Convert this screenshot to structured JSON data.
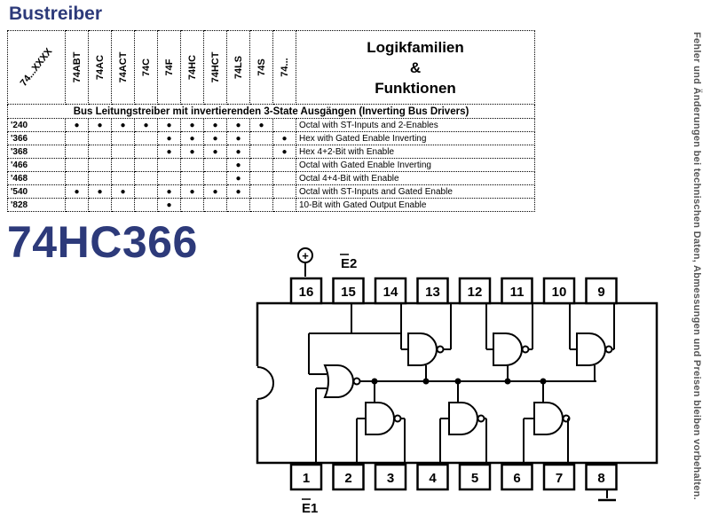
{
  "page": {
    "title": "Bustreiber",
    "part_number": "74HC366",
    "side_note": "Fehler und Änderungen bei technischen Daten, Abmessungen und Preisen bleiben vorbehalten."
  },
  "table": {
    "corner_label": "74...XXXX",
    "families": [
      "74ABT",
      "74AC",
      "74ACT",
      "74C",
      "74F",
      "74HC",
      "74HCT",
      "74LS",
      "74S",
      "74..."
    ],
    "header_title": [
      "Logikfamilien",
      "&",
      "Funktionen"
    ],
    "section_label": "Bus Leitungstreiber mit invertierenden 3-State Ausgängen (Inverting Bus Drivers)",
    "dot_symbol": "●",
    "rows": [
      {
        "code": "'240",
        "dots": [
          1,
          1,
          1,
          1,
          1,
          1,
          1,
          1,
          1,
          0
        ],
        "function": "Octal with ST-Inputs and 2-Enables"
      },
      {
        "code": "'366",
        "dots": [
          0,
          0,
          0,
          0,
          1,
          1,
          1,
          1,
          0,
          1
        ],
        "function": "Hex with Gated Enable Inverting"
      },
      {
        "code": "'368",
        "dots": [
          0,
          0,
          0,
          0,
          1,
          1,
          1,
          1,
          0,
          1
        ],
        "function": "Hex 4+2-Bit with Enable"
      },
      {
        "code": "'466",
        "dots": [
          0,
          0,
          0,
          0,
          0,
          0,
          0,
          1,
          0,
          0
        ],
        "function": "Octal with Gated Enable Inverting"
      },
      {
        "code": "'468",
        "dots": [
          0,
          0,
          0,
          0,
          0,
          0,
          0,
          1,
          0,
          0
        ],
        "function": "Octal 4+4-Bit with Enable"
      },
      {
        "code": "'540",
        "dots": [
          1,
          1,
          1,
          0,
          1,
          1,
          1,
          1,
          0,
          0
        ],
        "function": "Octal with ST-Inputs and Gated Enable"
      },
      {
        "code": "'828",
        "dots": [
          0,
          0,
          0,
          0,
          1,
          0,
          0,
          0,
          0,
          0
        ],
        "function": "10-Bit with Gated Output Enable"
      }
    ]
  },
  "diagram": {
    "top_pins": [
      "16",
      "15",
      "14",
      "13",
      "12",
      "11",
      "10",
      "9"
    ],
    "bottom_pins": [
      "1",
      "2",
      "3",
      "4",
      "5",
      "6",
      "7",
      "8"
    ],
    "vcc_symbol": "+",
    "enable_top_label": "E2",
    "enable_bottom_label": "E1"
  }
}
